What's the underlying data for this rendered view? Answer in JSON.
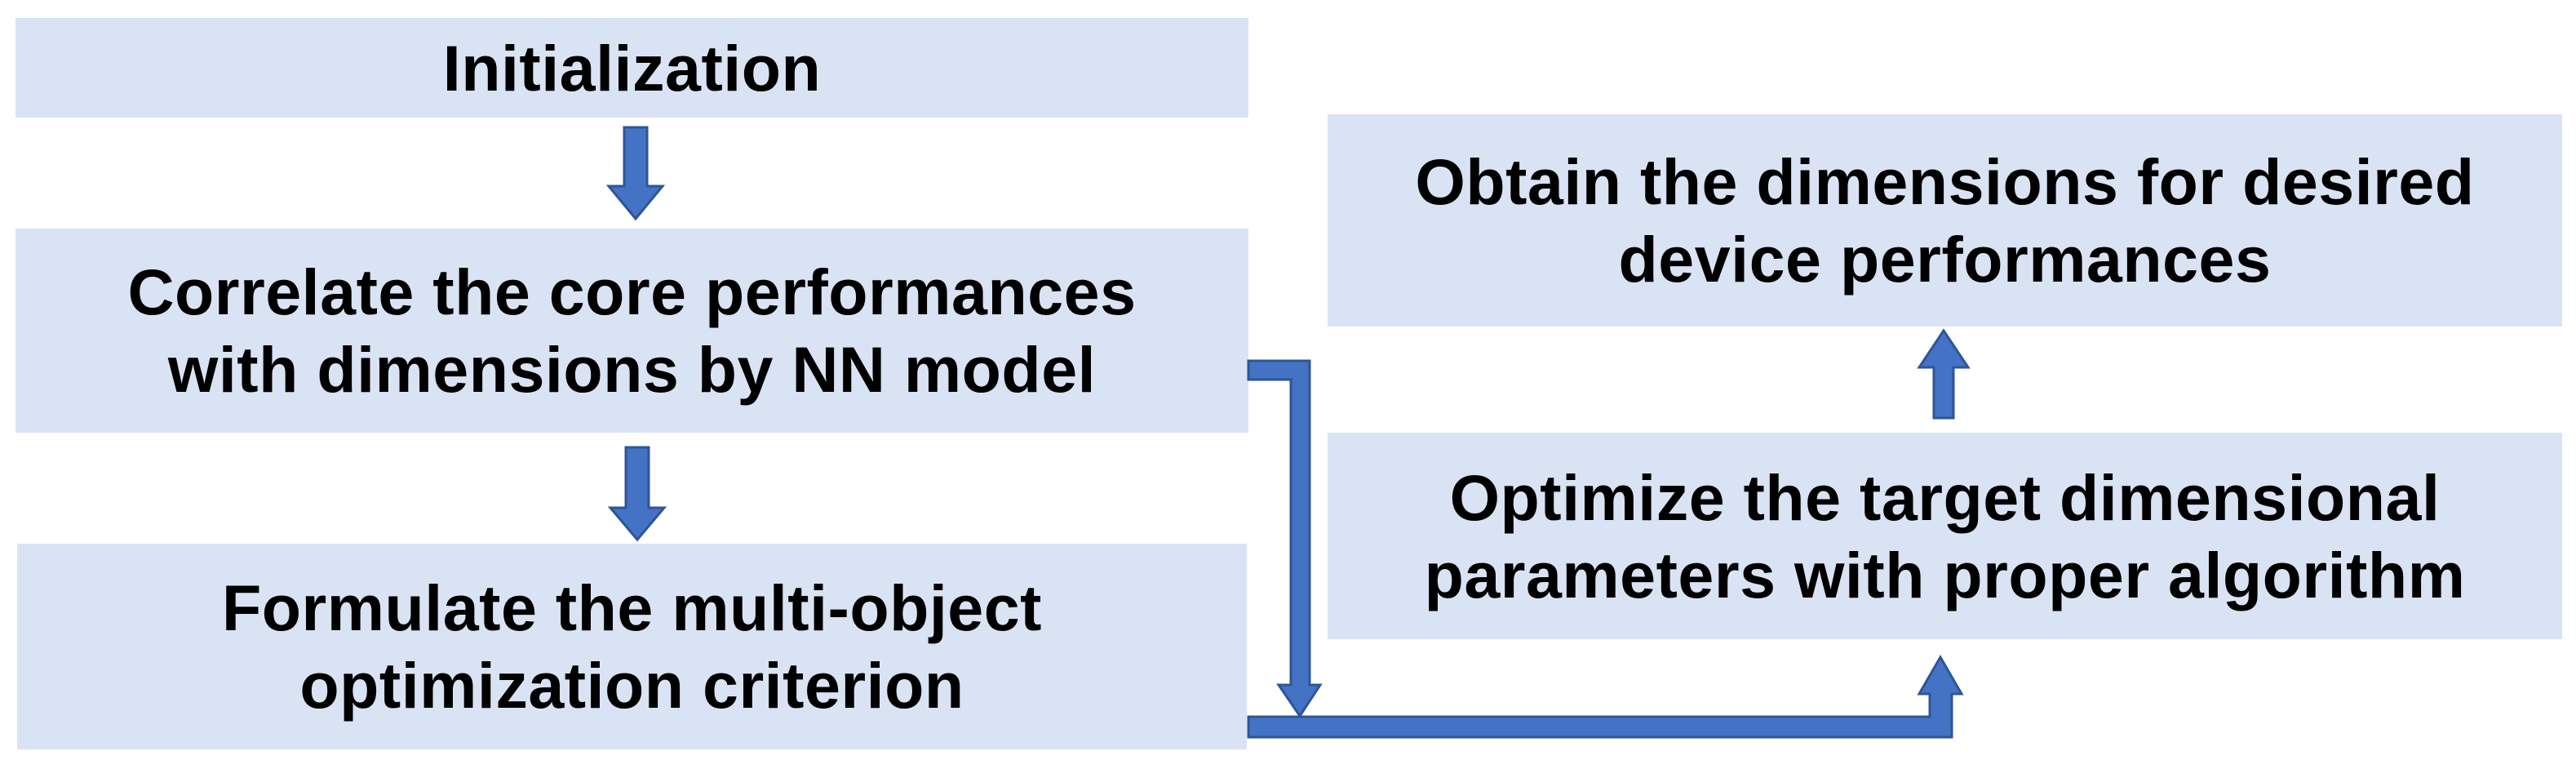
{
  "figure": {
    "type": "flowchart",
    "background_color": "#ffffff",
    "box_fill_color": "#dae3f3",
    "arrow_fill_color": "#4472c4",
    "arrow_outline_color": "#2e5596",
    "text_color": "#000000"
  },
  "boxes": {
    "initialization": {
      "label": "Initialization"
    },
    "correlate": {
      "label": "Correlate the core performances\nwith dimensions by NN model"
    },
    "formulate": {
      "label": "Formulate the multi-object\noptimization criterion"
    },
    "obtain": {
      "label": "Obtain the dimensions for desired\ndevice performances"
    },
    "optimize": {
      "label": "Optimize the target dimensional\nparameters with proper algorithm"
    }
  },
  "connectors": {
    "init_to_correlate": "down-arrow",
    "correlate_to_formulate": "down-arrow",
    "correlate_to_loop": "elbow-right-down-arrow",
    "loop_to_optimize": "bottom-bar-up-arrow",
    "optimize_to_obtain": "up-arrow"
  }
}
